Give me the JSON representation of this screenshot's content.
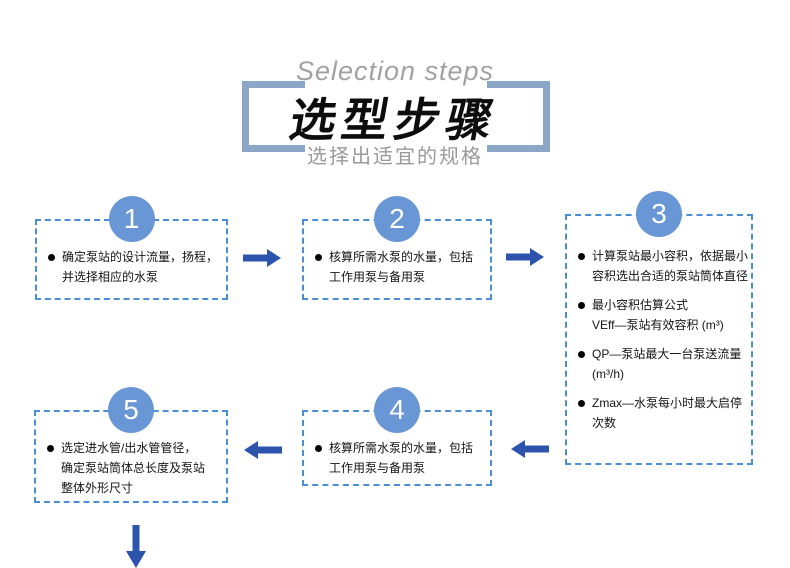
{
  "header": {
    "title_en": "Selection steps",
    "title_zh": "选型步骤",
    "subtitle": "选择出适宜的规格"
  },
  "colors": {
    "circle_blue": "#6996d4",
    "box_border_blue": "#4a8fd6",
    "arrow_blue": "#2d54ad",
    "bracket_blue": "#8ca6c7",
    "muted_gray": "#9a9a9a"
  },
  "steps": [
    {
      "number": "1",
      "bullets": [
        "确定泵站的设计流量，扬程，\n并选择相应的水泵"
      ]
    },
    {
      "number": "2",
      "bullets": [
        "核算所需水泵的水量，包括\n工作用泵与备用泵"
      ]
    },
    {
      "number": "3",
      "bullets": [
        "计算泵站最小容积，依据最小\n容积选出合适的泵站筒体直径",
        "最小容积估算公式\nVEff—泵站有效容积 (m³)",
        "QP—泵站最大一台泵送流量\n(m³/h)",
        "Zmax—水泵每小时最大启停\n次数"
      ]
    },
    {
      "number": "4",
      "bullets": [
        "核算所需水泵的水量，包括\n工作用泵与备用泵"
      ]
    },
    {
      "number": "5",
      "bullets": [
        "选定进水管/出水管管径，\n确定泵站筒体总长度及泵站\n整体外形尺寸"
      ]
    }
  ]
}
